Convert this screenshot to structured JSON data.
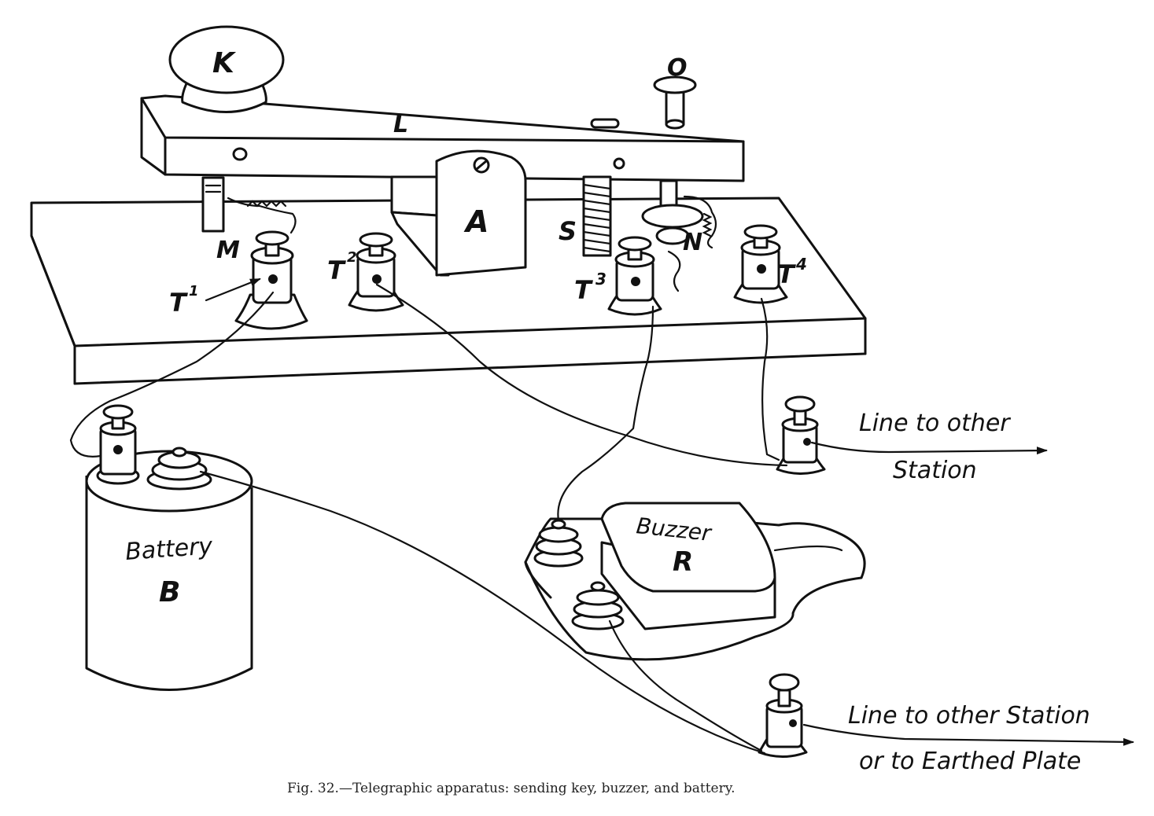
{
  "labels": {
    "K": "K",
    "O": "O",
    "L": "L",
    "A": "A",
    "S": "S",
    "N": "N",
    "M": "M",
    "T1": "T",
    "T1_sup": "1",
    "T2": "T",
    "T2_sup": "2",
    "T3": "T",
    "T3_sup": "3",
    "T4": "T",
    "T4_sup": "4"
  },
  "battery": {
    "line1": "Battery",
    "line2": "B"
  },
  "buzzer": {
    "line1": "Buzzer",
    "line2": "R"
  },
  "line_top": {
    "line1": "Line to other",
    "line2": "Station"
  },
  "line_bottom": {
    "line1": "Line to other Station",
    "line2": "or to Earthed Plate"
  },
  "caption": "Fig. 32.—Telegraphic apparatus: sending key, buzzer, and battery."
}
